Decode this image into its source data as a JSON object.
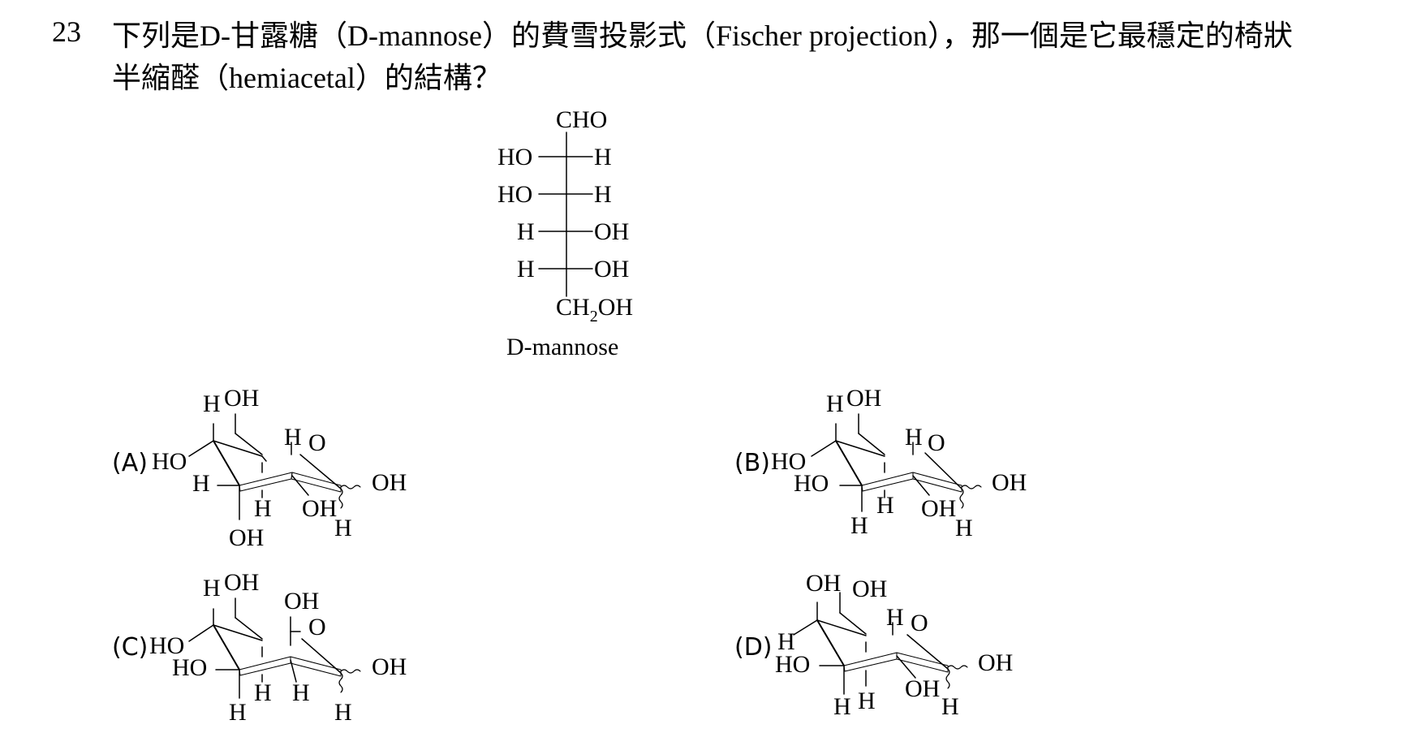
{
  "question": {
    "number": "23",
    "line1": "下列是D-甘露糖（D-mannose）的費雪投影式（Fischer projection），那一個是它最穩定的椅狀",
    "line2": "半縮醛（hemiacetal）的結構？"
  },
  "fischer": {
    "top": "CHO",
    "rows": [
      {
        "left": "HO",
        "right": "H"
      },
      {
        "left": "HO",
        "right": "H"
      },
      {
        "left": "H",
        "right": "OH"
      },
      {
        "left": "H",
        "right": "OH"
      }
    ],
    "bottom_main": "CH",
    "bottom_sub": "2",
    "bottom_tail": "OH",
    "caption": "D-mannose"
  },
  "options": [
    {
      "label": "(A)",
      "labels": [
        "H",
        "OH",
        "HO",
        "H",
        "H",
        "O",
        "OH",
        "H",
        "OH",
        "H",
        "OH"
      ]
    },
    {
      "label": "(B)",
      "labels": [
        "H",
        "OH",
        "HO",
        "HO",
        "H",
        "O",
        "OH",
        "H",
        "OH",
        "H",
        "H"
      ]
    },
    {
      "label": "(C)",
      "labels": [
        "H",
        "OH",
        "OH",
        "HO",
        "HO",
        "O",
        "OH",
        "H",
        "H",
        "H",
        "H"
      ]
    },
    {
      "label": "(D)",
      "labels": [
        "OH",
        "OH",
        "H",
        "HO",
        "H",
        "O",
        "OH",
        "OH",
        "H",
        "H",
        "H"
      ]
    }
  ]
}
